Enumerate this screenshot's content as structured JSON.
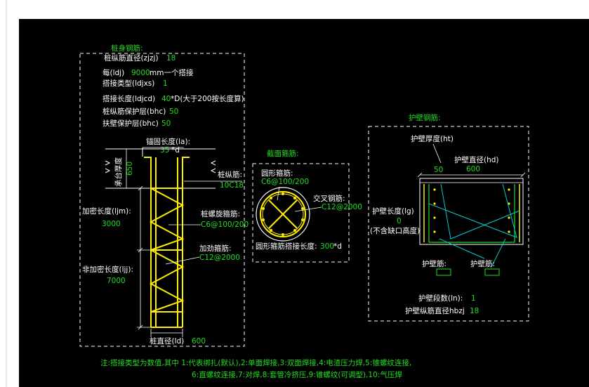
{
  "colors": {
    "background": "#000000",
    "white": "#ffffff",
    "green": "#22dd22",
    "yellow": "#ffee00",
    "cyan": "#00cccc",
    "pile_label": "#2fa0c8"
  },
  "pile_section": {
    "title": "桩身钢筋:",
    "params": [
      {
        "label": "桩纵筋直径(zjzj)",
        "value": "18",
        "suffix": ""
      },
      {
        "label": "每(ldj)",
        "value": "9000",
        "suffix": "mm一个搭接"
      },
      {
        "label": "搭接类型(ldjxs)",
        "value": "1",
        "suffix": ""
      },
      {
        "label": "搭接长度(ldjcd)",
        "value": "40",
        "suffix": "*D(大于200按长度算)"
      },
      {
        "label": "桩纵筋保护层(bhc)",
        "value": "50",
        "suffix": ""
      },
      {
        "label": "扶壁保护层(bhc)",
        "value": "50",
        "suffix": ""
      }
    ],
    "anchor_label": "锚固长度(la):",
    "anchor_value": "35",
    "anchor_suffix": "*d",
    "cap_label": "承台厚度",
    "cap_value": "650",
    "long_bar_label": "桩纵筋:",
    "long_bar_value": "10C18",
    "dense_label": "加密长度(ljm):",
    "dense_value": "3000",
    "spiral_label": "桩螺旋箍筋:",
    "spiral_value": "C6@100/200",
    "stiff_label": "加劲箍筋:",
    "stiff_value": "C12@2000",
    "nondense_label": "非加密长度(ljj):",
    "nondense_value": "7000",
    "diameter_label": "桩直径(ld)",
    "diameter_value": "600"
  },
  "section_view": {
    "title": "截面箍筋:",
    "circle_label": "圆形箍筋:",
    "circle_value": "C6@100/200",
    "cross_label": "交叉钢筋:",
    "cross_value": "C12@2000",
    "lap_label": "圆形箍筋搭接长度:",
    "lap_value": "300",
    "lap_suffix": "*d"
  },
  "wall_section": {
    "title": "护壁钢筋:",
    "thickness_label": "护壁厚度(ht)",
    "thickness_value": "50",
    "diameter_label": "护壁直径(hd)",
    "diameter_value": "600",
    "length_label": "护壁长度(lg)",
    "length_value": "0",
    "length_note": "(不含缺口高度)",
    "rebar_label_1": "护壁筋:",
    "rebar_label_2": "护壁筋:",
    "segments_label": "护壁段数(ln):",
    "segments_value": "1",
    "long_dia_label": "护壁纵筋直径hbzj",
    "long_dia_value": "18"
  },
  "note": {
    "line1": "注:搭接类型为数值,其中 1:代表绑扎(默认),2:单面焊接,3:双面焊接,4:电渣压力焊,5:锥螺纹连接,",
    "line2": "6:直螺纹连接,7:对焊,8:套管冷挤压,9:锥螺纹(可调型),10:气压焊"
  }
}
